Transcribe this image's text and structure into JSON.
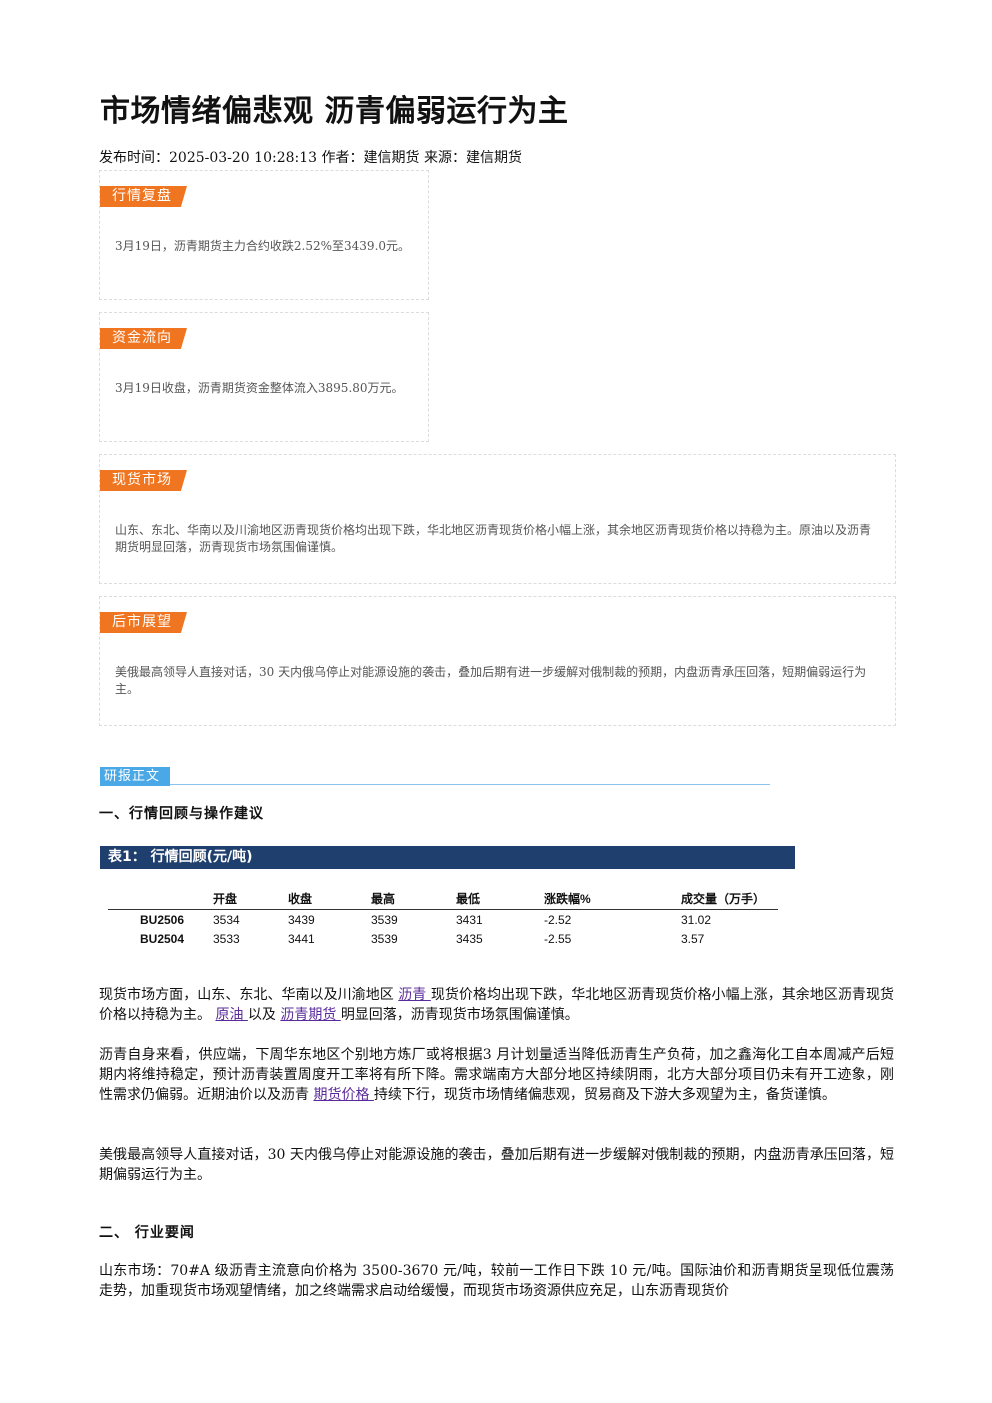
{
  "article": {
    "title": "市场情绪偏悲观 沥青偏弱运行为主",
    "meta_publish_label": "发布时间：",
    "meta_publish_time": "2025-03-20 10:28:13",
    "meta_author_label": " 作者：",
    "meta_author": "建信期货",
    "meta_source_label": " 来源：",
    "meta_source": "建信期货"
  },
  "cards": [
    {
      "tag": "行情复盘",
      "text": "3月19日，沥青期货主力合约收跌2.52%至3439.0元。"
    },
    {
      "tag": "资金流向",
      "text": "3月19日收盘，沥青期货资金整体流入3895.80万元。"
    },
    {
      "tag": "现货市场",
      "text": "山东、东北、华南以及川渝地区沥青现货价格均出现下跌，华北地区沥青现货价格小幅上涨，其余地区沥青现货价格以持稳为主。原油以及沥青期货明显回落，沥青现货市场氛围偏谨慎。"
    },
    {
      "tag": "后市展望",
      "text": "美俄最高领导人直接对话，30 天内俄乌停止对能源设施的袭击，叠加后期有进一步缓解对俄制裁的预期，内盘沥青承压回落，短期偏弱运行为主。"
    }
  ],
  "report": {
    "tag": "研报正文",
    "section1": "一、行情回顾与操作建议",
    "table_title": "表1：  行情回顾(元/吨)",
    "table": {
      "headers": [
        "",
        "开盘",
        "收盘",
        "最高",
        "最低",
        "涨跌幅%",
        "成交量（万手）"
      ],
      "rows": [
        [
          "BU2506",
          "3534",
          "3439",
          "3539",
          "3431",
          "-2.52",
          "31.02"
        ],
        [
          "BU2504",
          "3533",
          "3441",
          "3539",
          "3435",
          "-2.55",
          "3.57"
        ]
      ]
    },
    "p1": {
      "a": "现货市场方面，山东、东北、华南以及川渝地区 ",
      "link1": "沥青 ",
      "b": "现货价格均出现下跌，华北地区沥青现货价格小幅上涨，其余地区沥青现货价格以持稳为主。 ",
      "link2": "原油 ",
      "c": "以及 ",
      "link3": "沥青期货 ",
      "d": "明显回落，沥青现货市场氛围偏谨慎。"
    },
    "p2": {
      "a": "沥青自身来看，供应端，下周华东地区个别地方炼厂或将根据3 月计划量适当降低沥青生产负荷，加之鑫海化工自本周减产后短期内将维持稳定，预计沥青装置周度开工率将有所下降。需求端南方大部分地区持续阴雨，北方大部分项目仍未有开工迹象，刚性需求仍偏弱。近期油价以及沥青 ",
      "link": "期货价格 ",
      "b": "持续下行，现货市场情绪偏悲观，贸易商及下游大多观望为主，备货谨慎。"
    },
    "p3": "美俄最高领导人直接对话，30 天内俄乌停止对能源设施的袭击，叠加后期有进一步缓解对俄制裁的预期，内盘沥青承压回落，短期偏弱运行为主。",
    "section2": "二、 行业要闻",
    "p4": "山东市场：70#A 级沥青主流意向价格为 3500-3670 元/吨，较前一工作日下跌 10 元/吨。国际油价和沥青期货呈现低位震荡走势，加重现货市场观望情绪，加之终端需求启动给缓慢，而现货市场资源供应充足，山东沥青现货价"
  }
}
